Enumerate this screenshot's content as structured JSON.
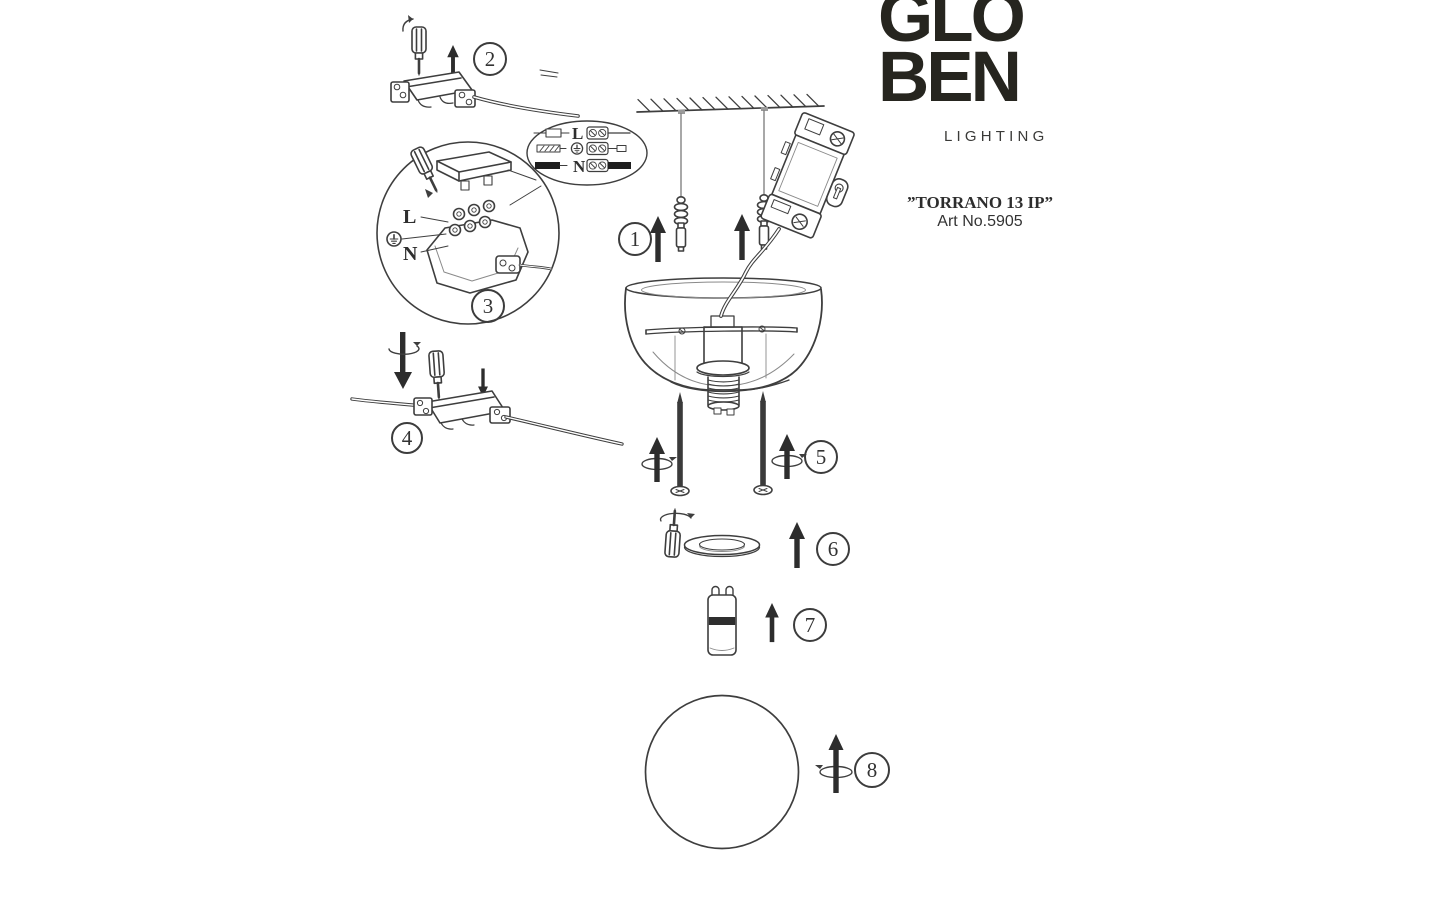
{
  "background": "#ffffff",
  "ink": "#3e3e3e",
  "brand": {
    "logo_line1": "GLO",
    "logo_line2": "BEN",
    "tagline": "LIGHTING",
    "product_name": "”TORRANO 13 IP”",
    "art_no": "Art No.5905"
  },
  "labels": {
    "live": "L",
    "neutral": "N"
  },
  "steps": [
    "1",
    "2",
    "3",
    "4",
    "5",
    "6",
    "7",
    "8"
  ],
  "icons": {
    "screwdriver": "screwdriver-icon",
    "rotation_arrow": "rotation-arrow-icon",
    "up_arrow": "up-arrow-icon",
    "down_arrow": "down-arrow-icon",
    "earth_ground": "earth-ground-icon",
    "junction_box": "junction-box-icon",
    "wall_plug": "wall-plug-icon",
    "mounting_screw": "screw-icon",
    "ceiling": "ceiling-hatch-icon",
    "canopy_dome": "canopy-dome-icon",
    "trim_ring": "trim-ring-icon",
    "g9_bulb": "g9-bulb-icon",
    "glass_globe": "glass-globe-icon"
  }
}
